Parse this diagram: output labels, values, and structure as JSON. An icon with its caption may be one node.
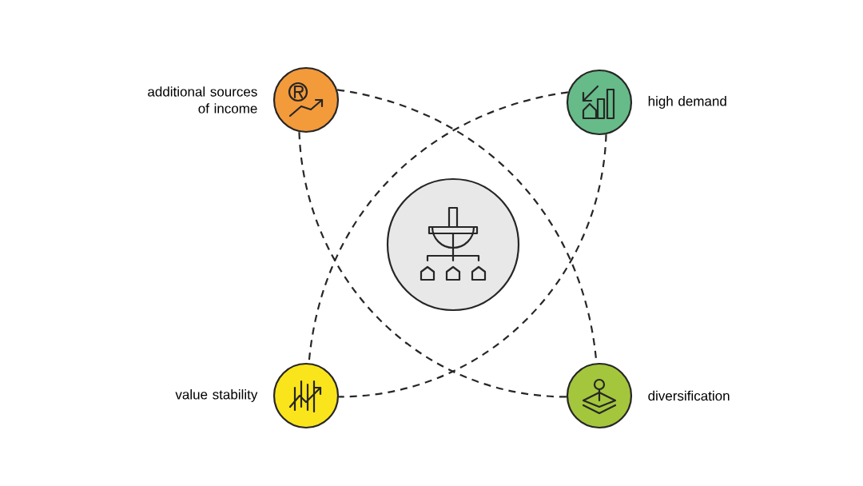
{
  "diagram": {
    "nodes": [
      {
        "text": [],
        "shape": "circle"
      },
      {
        "text": [
          "additional sources of income"
        ]
      },
      {
        "text": [
          "high demand"
        ]
      },
      {
        "text": [
          "value stability"
        ]
      },
      {
        "text": [
          "diversification"
        ]
      }
    ],
    "edges": [
      {
        "from": 1,
        "to": 4,
        "arrow": "none",
        "style": "dashed"
      },
      {
        "from": 1,
        "to": 4,
        "arrow": "none",
        "style": "dashed"
      },
      {
        "from": 2,
        "to": 3,
        "arrow": "none",
        "style": "dashed"
      },
      {
        "from": 2,
        "to": 3,
        "arrow": "none",
        "style": "dashed"
      }
    ]
  }
}
